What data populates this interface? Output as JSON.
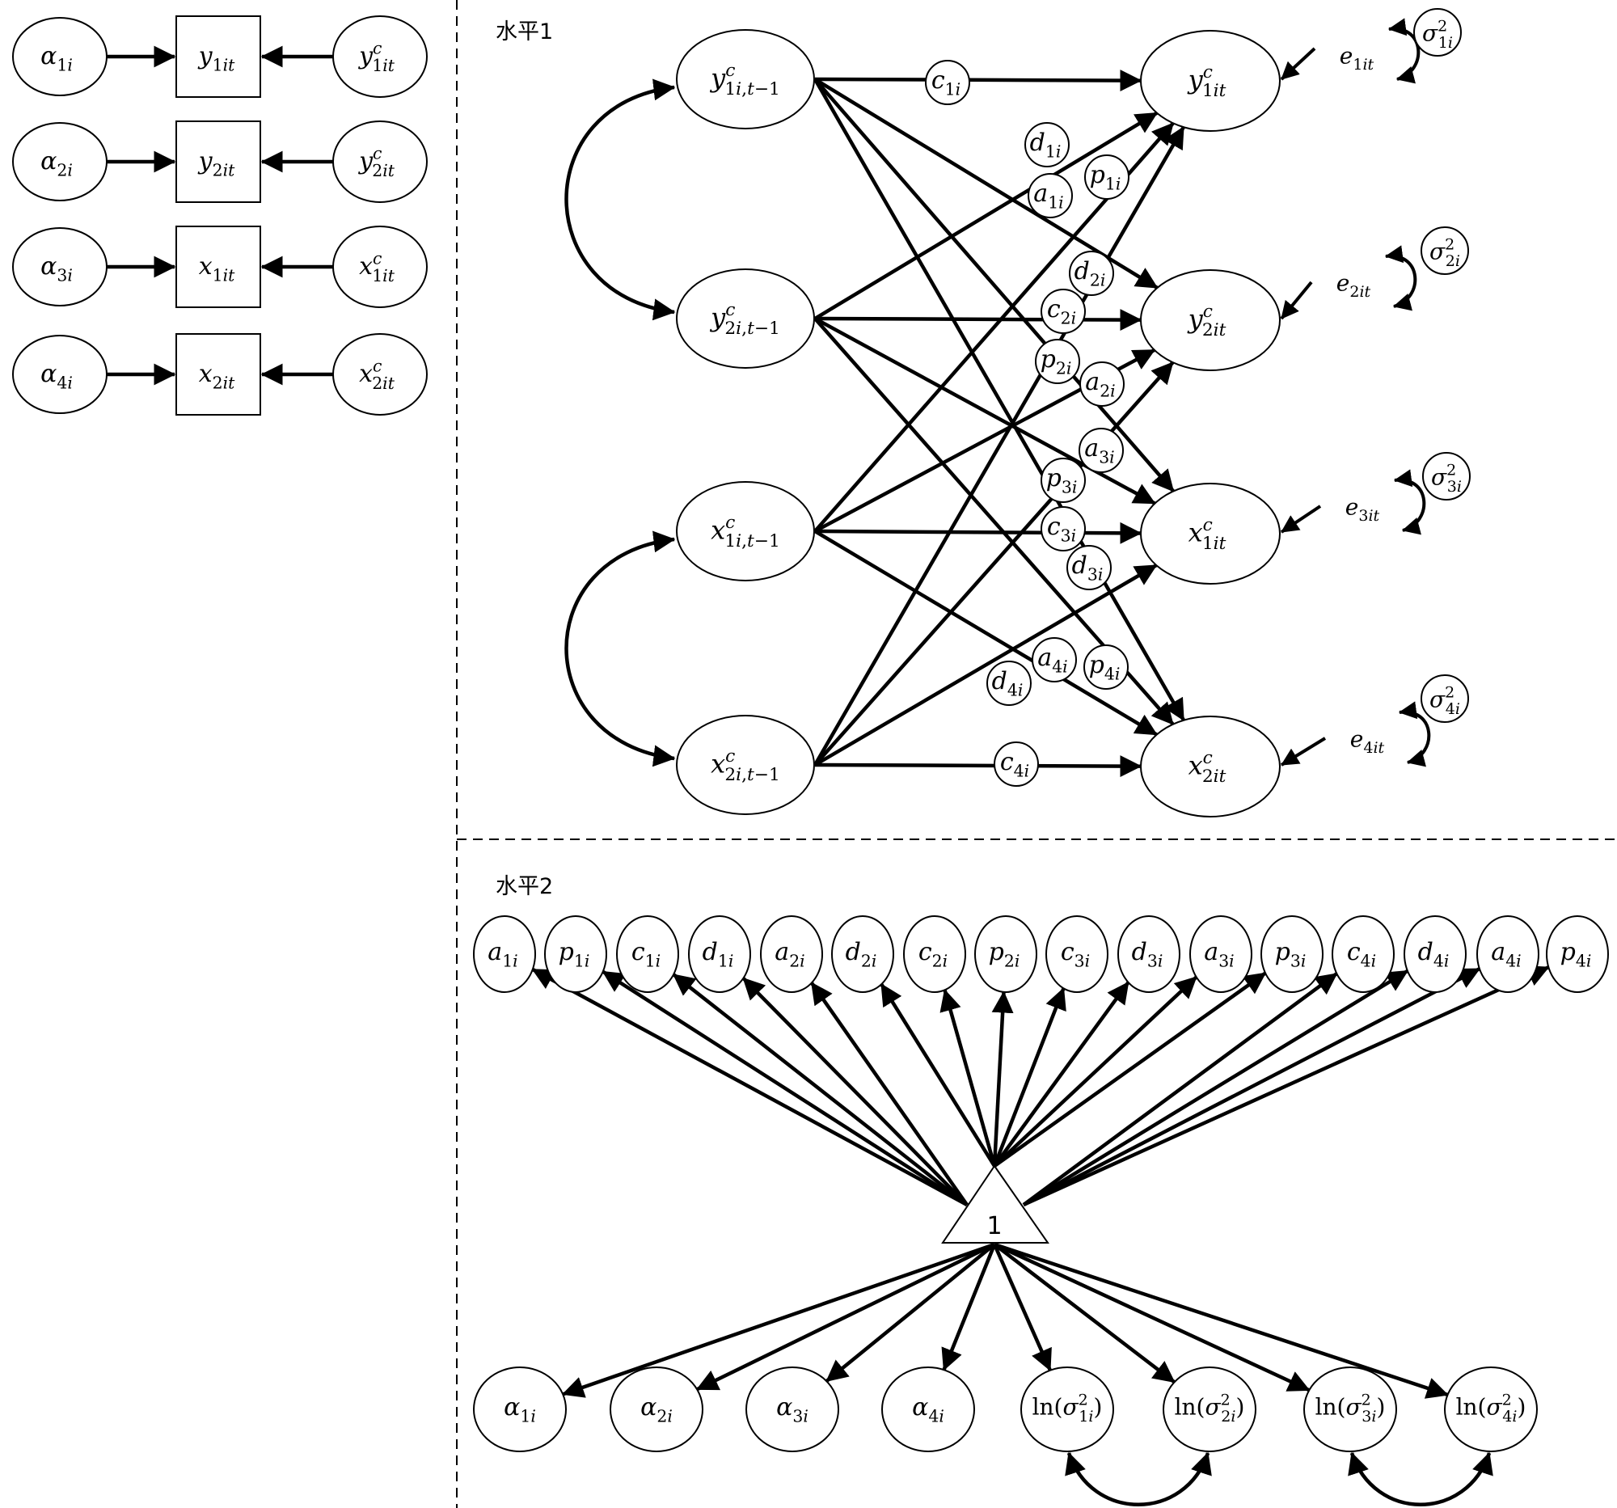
{
  "figure": {
    "level1_title": "水平1",
    "level2_title": "水平2",
    "constant_label": "1"
  },
  "measurement_model": {
    "rows": [
      {
        "intercept": {
          "base": "α",
          "sub": "1i"
        },
        "observed": {
          "base": "y",
          "sub": "1it"
        },
        "latent": {
          "base": "y",
          "sub": "1it",
          "sup": "c"
        }
      },
      {
        "intercept": {
          "base": "α",
          "sub": "2i"
        },
        "observed": {
          "base": "y",
          "sub": "2it"
        },
        "latent": {
          "base": "y",
          "sub": "2it",
          "sup": "c"
        }
      },
      {
        "intercept": {
          "base": "α",
          "sub": "3i"
        },
        "observed": {
          "base": "x",
          "sub": "1it"
        },
        "latent": {
          "base": "x",
          "sub": "1it",
          "sup": "c"
        }
      },
      {
        "intercept": {
          "base": "α",
          "sub": "4i"
        },
        "observed": {
          "base": "x",
          "sub": "2it"
        },
        "latent": {
          "base": "x",
          "sub": "2it",
          "sup": "c"
        }
      }
    ]
  },
  "level1": {
    "predictors": [
      {
        "id": "y1lag",
        "base": "y",
        "sub": "1i,t−1",
        "sup": "c"
      },
      {
        "id": "y2lag",
        "base": "y",
        "sub": "2i,t−1",
        "sup": "c"
      },
      {
        "id": "x1lag",
        "base": "x",
        "sub": "1i,t−1",
        "sup": "c"
      },
      {
        "id": "x2lag",
        "base": "x",
        "sub": "2i,t−1",
        "sup": "c"
      }
    ],
    "outcomes": [
      {
        "id": "y1",
        "base": "y",
        "sub": "1it",
        "sup": "c"
      },
      {
        "id": "y2",
        "base": "y",
        "sub": "2it",
        "sup": "c"
      },
      {
        "id": "x1",
        "base": "x",
        "sub": "1it",
        "sup": "c"
      },
      {
        "id": "x2",
        "base": "x",
        "sub": "2it",
        "sup": "c"
      }
    ],
    "paths": [
      {
        "from": "y1lag",
        "to": "y1",
        "label": {
          "base": "c",
          "sub": "1i"
        }
      },
      {
        "from": "y2lag",
        "to": "y1",
        "label": {
          "base": "d",
          "sub": "1i"
        }
      },
      {
        "from": "x1lag",
        "to": "y1",
        "label": {
          "base": "a",
          "sub": "1i"
        }
      },
      {
        "from": "x2lag",
        "to": "y1",
        "label": {
          "base": "p",
          "sub": "1i"
        }
      },
      {
        "from": "y1lag",
        "to": "y2",
        "label": {
          "base": "d",
          "sub": "2i"
        }
      },
      {
        "from": "y2lag",
        "to": "y2",
        "label": {
          "base": "c",
          "sub": "2i"
        }
      },
      {
        "from": "x1lag",
        "to": "y2",
        "label": {
          "base": "p",
          "sub": "2i"
        }
      },
      {
        "from": "x2lag",
        "to": "y2",
        "label": {
          "base": "a",
          "sub": "2i"
        }
      },
      {
        "from": "y1lag",
        "to": "x1",
        "label": {
          "base": "a",
          "sub": "3i"
        }
      },
      {
        "from": "y2lag",
        "to": "x1",
        "label": {
          "base": "p",
          "sub": "3i"
        }
      },
      {
        "from": "x1lag",
        "to": "x1",
        "label": {
          "base": "c",
          "sub": "3i"
        }
      },
      {
        "from": "x2lag",
        "to": "x1",
        "label": {
          "base": "d",
          "sub": "3i"
        }
      },
      {
        "from": "y1lag",
        "to": "x2",
        "label": {
          "base": "p",
          "sub": "4i"
        }
      },
      {
        "from": "y2lag",
        "to": "x2",
        "label": {
          "base": "a",
          "sub": "4i"
        }
      },
      {
        "from": "x1lag",
        "to": "x2",
        "label": {
          "base": "d",
          "sub": "4i"
        }
      },
      {
        "from": "x2lag",
        "to": "x2",
        "label": {
          "base": "c",
          "sub": "4i"
        }
      }
    ],
    "covariances": [
      {
        "between": [
          "y1lag",
          "y2lag"
        ]
      },
      {
        "between": [
          "x1lag",
          "x2lag"
        ]
      }
    ],
    "residuals": [
      {
        "target": "y1",
        "error": {
          "base": "e",
          "sub": "1it"
        },
        "variance": {
          "base": "σ",
          "sub": "1i",
          "sup": "2"
        }
      },
      {
        "target": "y2",
        "error": {
          "base": "e",
          "sub": "2it"
        },
        "variance": {
          "base": "σ",
          "sub": "2i",
          "sup": "2"
        }
      },
      {
        "target": "x1",
        "error": {
          "base": "e",
          "sub": "3it"
        },
        "variance": {
          "base": "σ",
          "sub": "3i",
          "sup": "2"
        }
      },
      {
        "target": "x2",
        "error": {
          "base": "e",
          "sub": "4it"
        },
        "variance": {
          "base": "σ",
          "sub": "4i",
          "sup": "2"
        }
      }
    ]
  },
  "level2": {
    "random_coefficients": [
      {
        "base": "a",
        "sub": "1i"
      },
      {
        "base": "p",
        "sub": "1i"
      },
      {
        "base": "c",
        "sub": "1i"
      },
      {
        "base": "d",
        "sub": "1i"
      },
      {
        "base": "a",
        "sub": "2i"
      },
      {
        "base": "d",
        "sub": "2i"
      },
      {
        "base": "c",
        "sub": "2i"
      },
      {
        "base": "p",
        "sub": "2i"
      },
      {
        "base": "c",
        "sub": "3i"
      },
      {
        "base": "d",
        "sub": "3i"
      },
      {
        "base": "a",
        "sub": "3i"
      },
      {
        "base": "p",
        "sub": "3i"
      },
      {
        "base": "c",
        "sub": "4i"
      },
      {
        "base": "d",
        "sub": "4i"
      },
      {
        "base": "a",
        "sub": "4i"
      },
      {
        "base": "p",
        "sub": "4i"
      }
    ],
    "random_intercepts_and_log_variances": [
      {
        "base": "α",
        "sub": "1i"
      },
      {
        "base": "α",
        "sub": "2i"
      },
      {
        "base": "α",
        "sub": "3i"
      },
      {
        "base": "α",
        "sub": "4i"
      },
      {
        "prefix": "ln(",
        "base": "σ",
        "sub": "1i",
        "sup": "2",
        "suffix": ")"
      },
      {
        "prefix": "ln(",
        "base": "σ",
        "sub": "2i",
        "sup": "2",
        "suffix": ")"
      },
      {
        "prefix": "ln(",
        "base": "σ",
        "sub": "3i",
        "sup": "2",
        "suffix": ")"
      },
      {
        "prefix": "ln(",
        "base": "σ",
        "sub": "4i",
        "sup": "2",
        "suffix": ")"
      }
    ],
    "covariances": [
      {
        "between": [
          4,
          5
        ]
      },
      {
        "between": [
          6,
          7
        ]
      }
    ]
  }
}
